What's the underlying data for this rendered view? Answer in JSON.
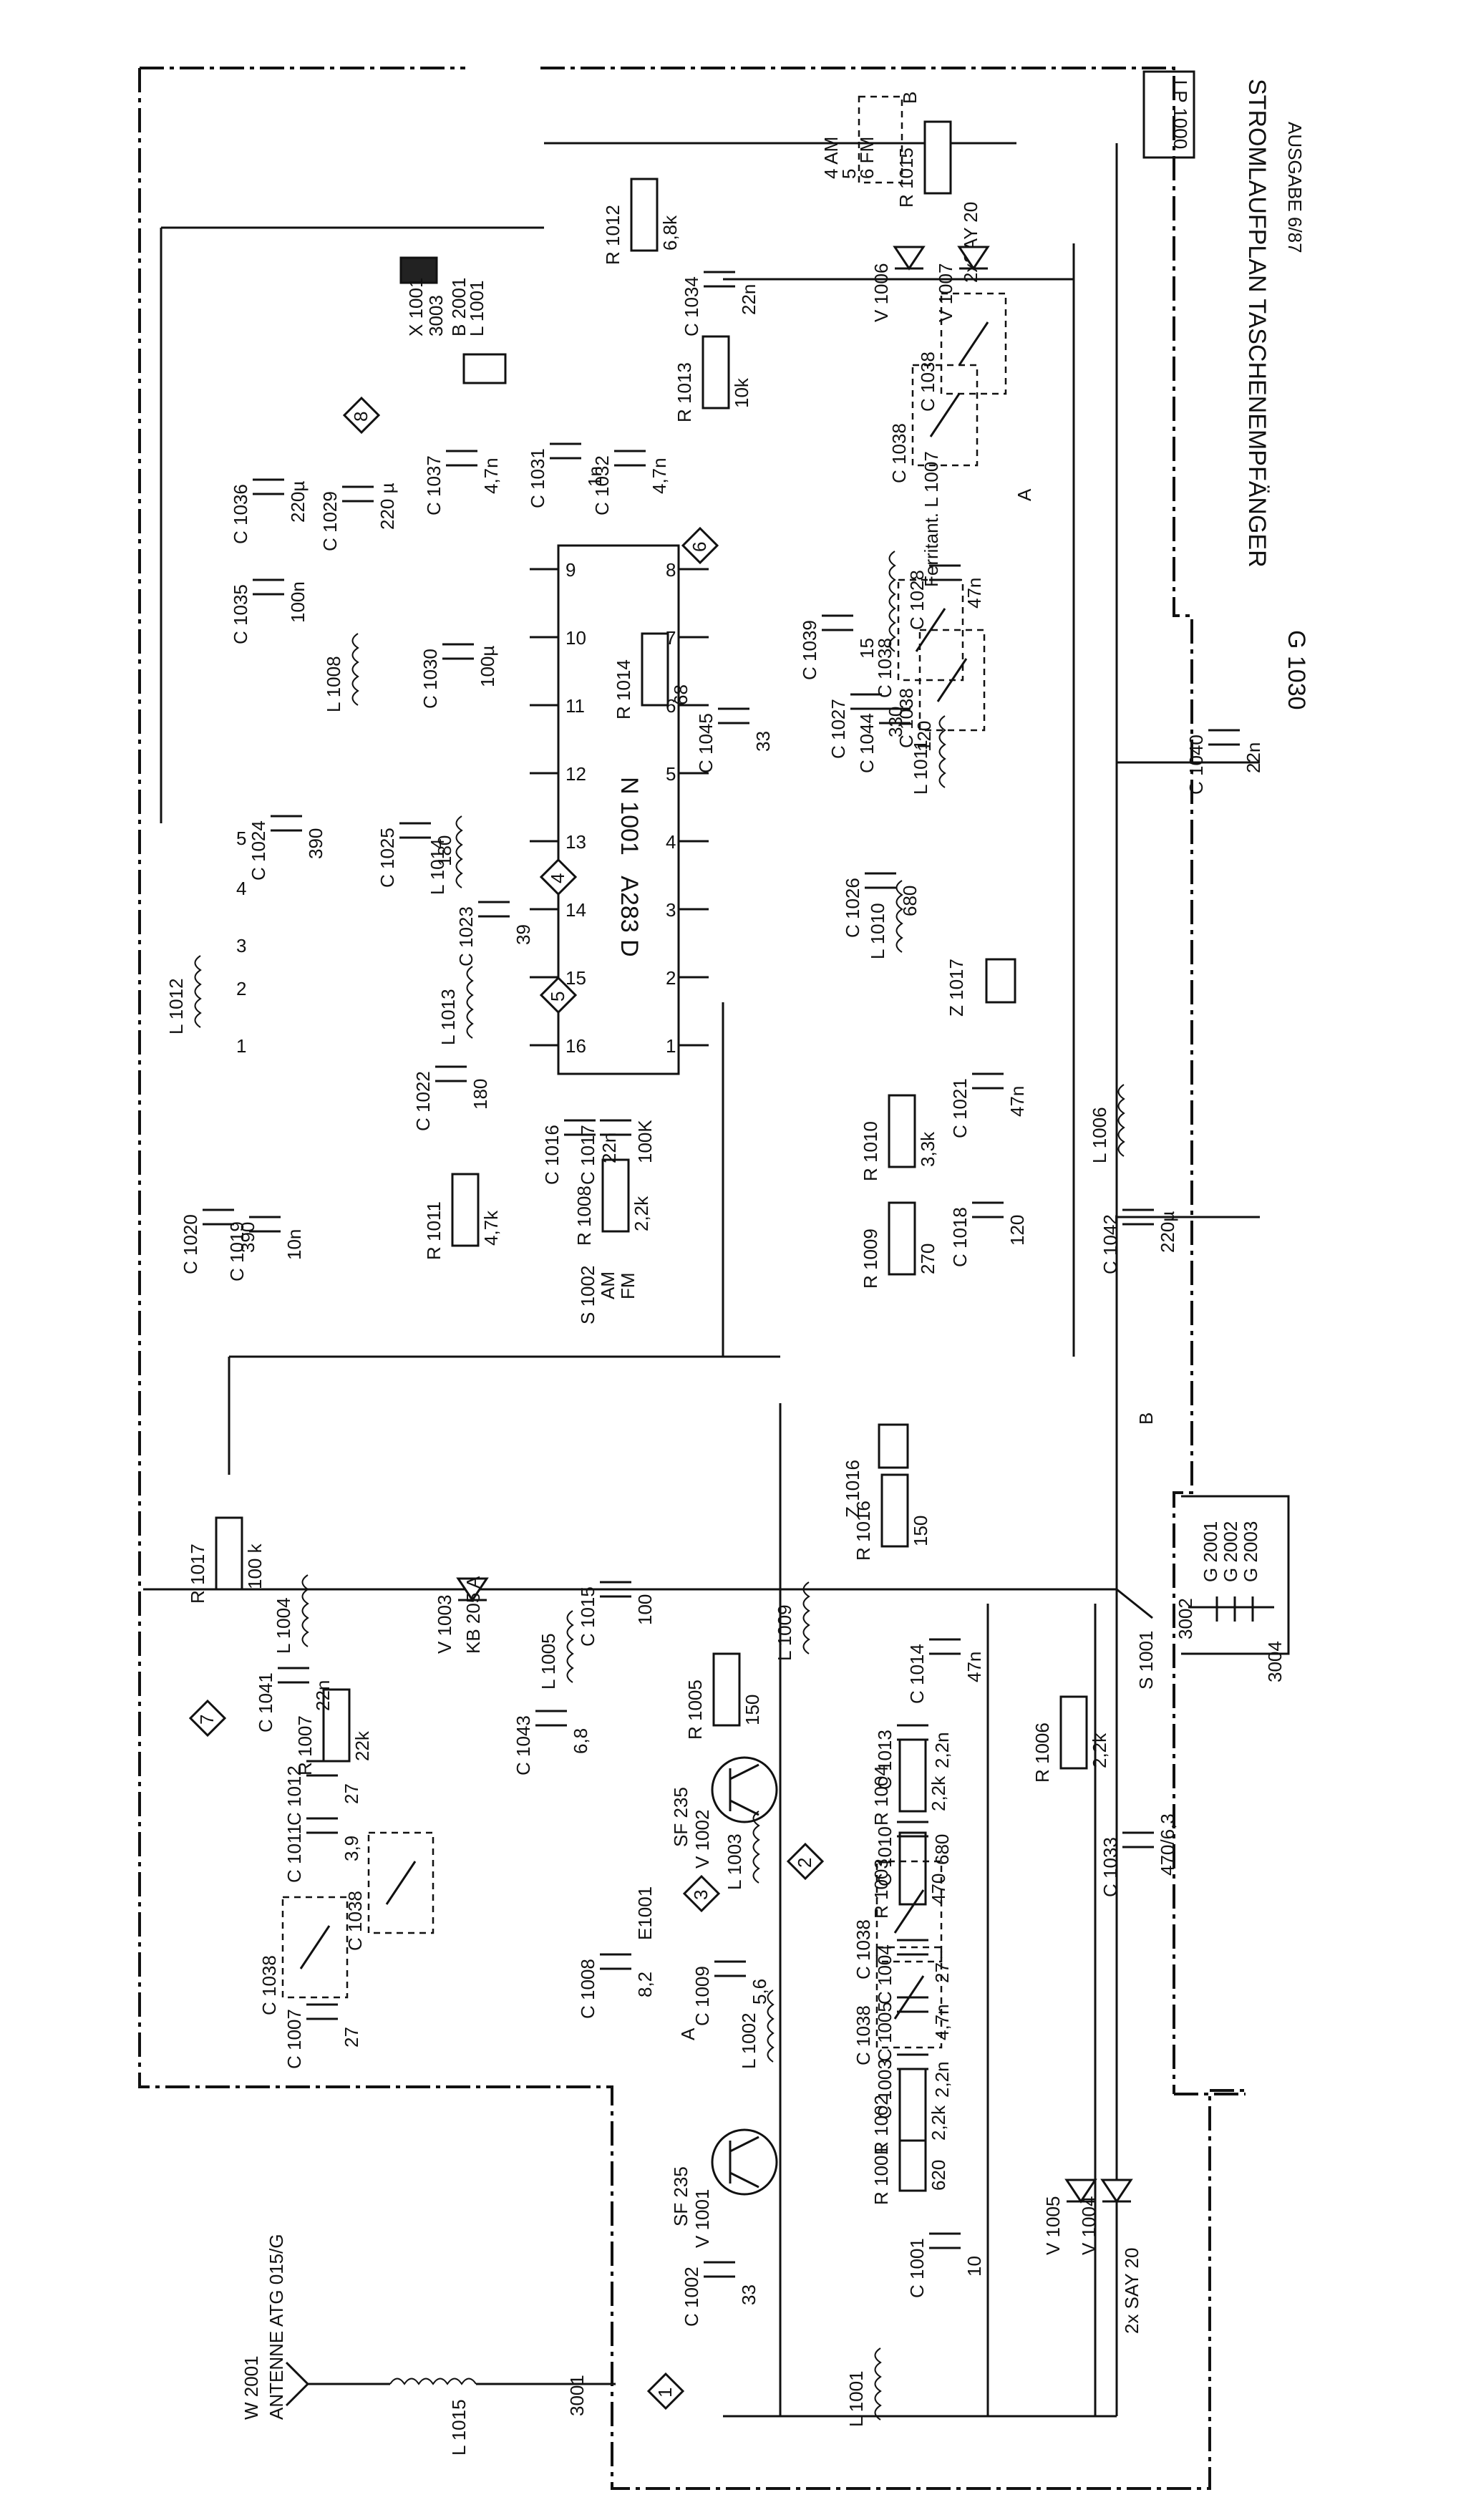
{
  "title": {
    "main": "STROMLAUFPLAN TASCHENEMPFÄNGER",
    "model": "G 1030",
    "edition": "AUSGABE 6/87",
    "board": "LP 1000"
  },
  "antenna": {
    "ref": "W 2001",
    "label": "ANTENNE ATG 015/G",
    "terminal": "3001",
    "coil": "L 1015"
  },
  "ic": {
    "ref": "N 1001",
    "type": "A283 D",
    "pins": [
      "1",
      "2",
      "3",
      "4",
      "5",
      "6",
      "7",
      "8",
      "9",
      "10",
      "11",
      "12",
      "13",
      "14",
      "15",
      "16"
    ]
  },
  "markers": [
    "1",
    "2",
    "3",
    "4",
    "5",
    "6",
    "7",
    "8"
  ],
  "transistors": [
    {
      "ref": "V 1001",
      "type": "SF 235"
    },
    {
      "ref": "V 1002",
      "type": "SF 235"
    }
  ],
  "diodes": [
    {
      "ref": "V 1003",
      "type": "KB 205 A"
    },
    {
      "ref": "V 1004",
      "type": ""
    },
    {
      "ref": "V 1005",
      "type": ""
    },
    {
      "ref": "V 1006",
      "type": ""
    },
    {
      "ref": "V 1007",
      "type": ""
    }
  ],
  "diode_pairs": [
    "2x SAY 20",
    "2xSAY 20"
  ],
  "resistors": [
    {
      "ref": "R 1001",
      "value": "620"
    },
    {
      "ref": "R 1002",
      "value": "2,2k"
    },
    {
      "ref": "R 1003",
      "value": "470"
    },
    {
      "ref": "R 1004",
      "value": "2,2k"
    },
    {
      "ref": "R 1005",
      "value": "150"
    },
    {
      "ref": "R 1006",
      "value": "2,2k"
    },
    {
      "ref": "R 1007",
      "value": "22k"
    },
    {
      "ref": "R 1008",
      "value": "2,2k"
    },
    {
      "ref": "R 1009",
      "value": "270"
    },
    {
      "ref": "R 1010",
      "value": "3,3k"
    },
    {
      "ref": "R 1011",
      "value": "4,7k"
    },
    {
      "ref": "R 1012",
      "value": "6,8k"
    },
    {
      "ref": "R 1013",
      "value": "10k"
    },
    {
      "ref": "R 1014",
      "value": "68"
    },
    {
      "ref": "R 1015",
      "value": ""
    },
    {
      "ref": "R 1016",
      "value": "150"
    },
    {
      "ref": "R 1017",
      "value": "100 k"
    }
  ],
  "capacitors": [
    {
      "ref": "C 1001",
      "value": "10"
    },
    {
      "ref": "C 1002",
      "value": "33"
    },
    {
      "ref": "C 1003",
      "value": "2,2n"
    },
    {
      "ref": "C 1004",
      "value": "27"
    },
    {
      "ref": "C 1005",
      "value": "4,7n"
    },
    {
      "ref": "C 1007",
      "value": "27"
    },
    {
      "ref": "C 1008",
      "value": "8,2"
    },
    {
      "ref": "C 1009",
      "value": "5,6"
    },
    {
      "ref": "C 1010",
      "value": "680"
    },
    {
      "ref": "C 1011",
      "value": "3,9"
    },
    {
      "ref": "C 1012",
      "value": "27"
    },
    {
      "ref": "C 1013",
      "value": "2,2n"
    },
    {
      "ref": "C 1014",
      "value": "47n"
    },
    {
      "ref": "C 1015",
      "value": "100"
    },
    {
      "ref": "C 1016",
      "value": "22n"
    },
    {
      "ref": "C 1017",
      "value": "100K"
    },
    {
      "ref": "C 1018",
      "value": "120"
    },
    {
      "ref": "C 1019",
      "value": "10n"
    },
    {
      "ref": "C 1020",
      "value": "390"
    },
    {
      "ref": "C 1021",
      "value": "47n"
    },
    {
      "ref": "C 1022",
      "value": "180"
    },
    {
      "ref": "C 1023",
      "value": "39"
    },
    {
      "ref": "C 1024",
      "value": "390"
    },
    {
      "ref": "C 1025",
      "value": "180"
    },
    {
      "ref": "C 1026",
      "value": "680"
    },
    {
      "ref": "C 1027",
      "value": "330"
    },
    {
      "ref": "C 1028",
      "value": "47n"
    },
    {
      "ref": "C 1029",
      "value": "220 µ"
    },
    {
      "ref": "C 1030",
      "value": "100µ"
    },
    {
      "ref": "C 1031",
      "value": "1n"
    },
    {
      "ref": "C 1032",
      "value": "4,7n"
    },
    {
      "ref": "C 1033",
      "value": "470/6,3"
    },
    {
      "ref": "C 1034",
      "value": "22n"
    },
    {
      "ref": "C 1035",
      "value": "100n"
    },
    {
      "ref": "C 1036",
      "value": "220µ"
    },
    {
      "ref": "C 1037",
      "value": "4,7n"
    },
    {
      "ref": "C 1039",
      "value": "15"
    },
    {
      "ref": "C 1040",
      "value": "22n"
    },
    {
      "ref": "C 1041",
      "value": "22n"
    },
    {
      "ref": "C 1042",
      "value": "220µ"
    },
    {
      "ref": "C 1043",
      "value": "6,8"
    },
    {
      "ref": "C 1044",
      "value": "120"
    },
    {
      "ref": "C 1045",
      "value": "33"
    }
  ],
  "trimmer": "C 1038",
  "inductors": [
    "L 1001",
    "L 1002",
    "L 1003",
    "L 1004",
    "L 1005",
    "L 1006",
    "L 1008",
    "L 1009",
    "L 1010",
    "L 1011",
    "L 1012",
    "L 1013",
    "L 1014"
  ],
  "ferrite": "Ferritant. L 1007",
  "filters": [
    "Z 1016",
    "Z 1017"
  ],
  "switches": {
    "s1001": "S 1001",
    "s1002": "S 1002",
    "s1002_am": "AM",
    "s1002_fm": "FM",
    "band_am": "4 AM",
    "band_5": "5",
    "band_fm": "6 FM"
  },
  "speaker": {
    "jack": "X 1001",
    "pin": "3003",
    "speaker": "B 2001",
    "coil": "L 1001"
  },
  "batteries": {
    "cells": [
      "G 2001",
      "G 2002",
      "G 2003"
    ],
    "terminals": [
      "3002",
      "3004"
    ]
  },
  "crossrefs": [
    "A",
    "B"
  ],
  "pin_numbers": [
    "1",
    "2",
    "3",
    "4",
    "5"
  ],
  "dot": "E1001"
}
